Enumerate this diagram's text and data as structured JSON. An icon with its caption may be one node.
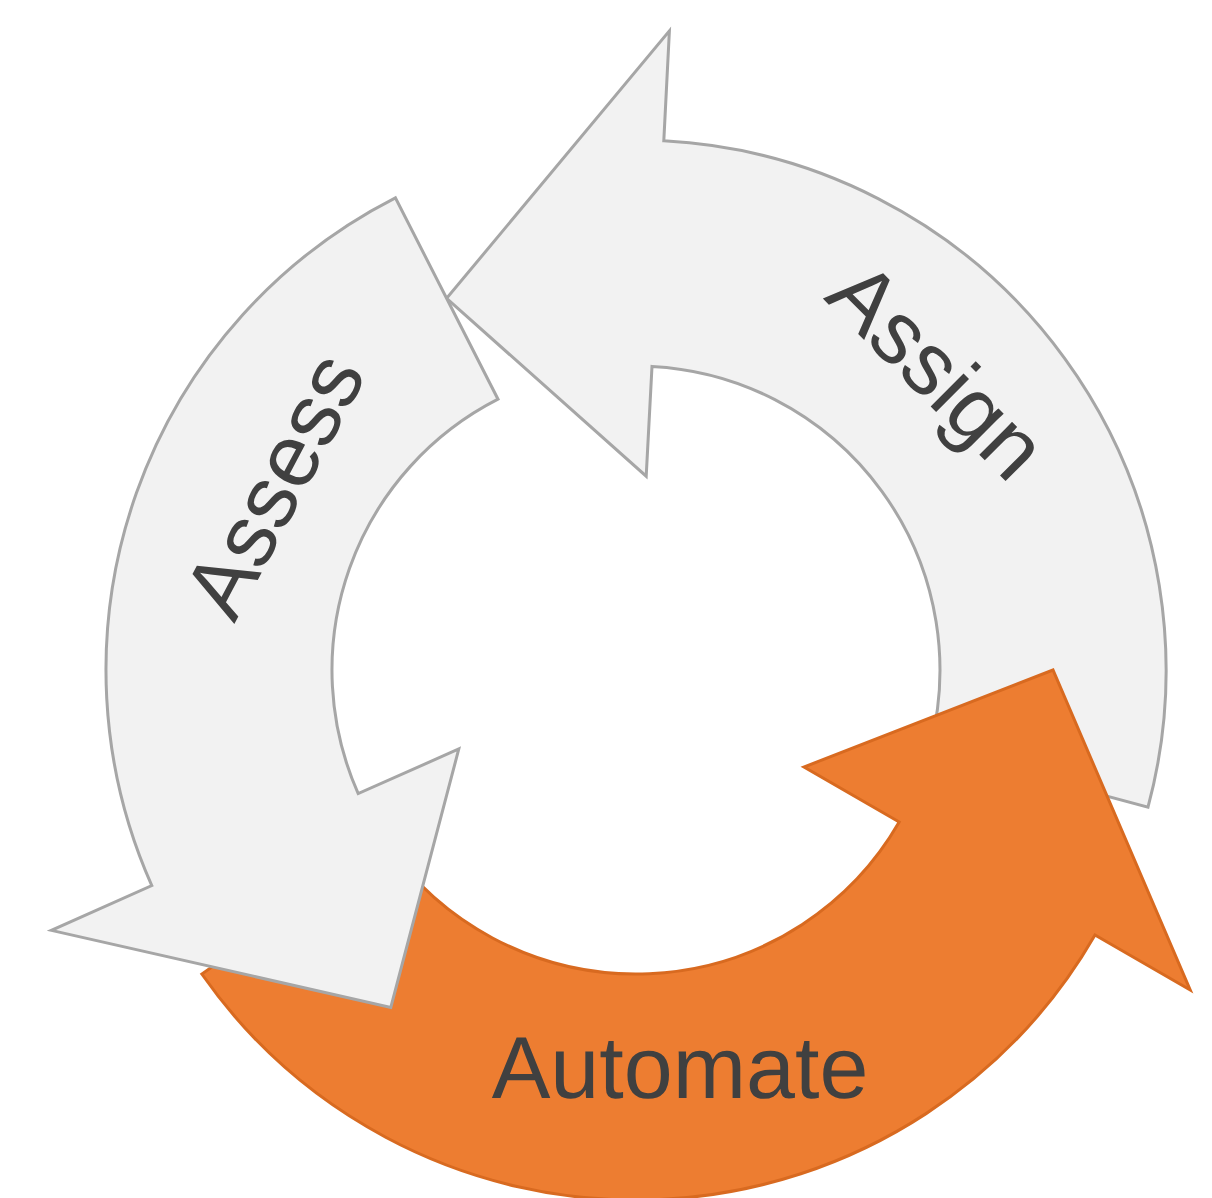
{
  "diagram": {
    "nodes": [
      {
        "text": [
          "Assess"
        ]
      },
      {
        "text": [
          "Assign"
        ]
      },
      {
        "text": [
          "Automate"
        ]
      }
    ],
    "edges": [
      {
        "from": 0,
        "to": 1,
        "arrow": "to"
      },
      {
        "from": 1,
        "to": 2,
        "arrow": "to"
      },
      {
        "from": 2,
        "to": 0,
        "arrow": "to"
      }
    ]
  }
}
